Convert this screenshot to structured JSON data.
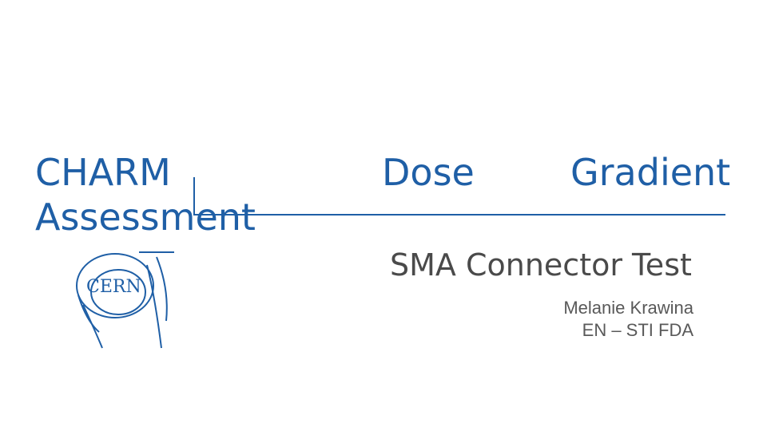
{
  "slide": {
    "title_line_1": "CHARM",
    "title_line_2": "Assessment",
    "title_word_dose": "Dose",
    "title_word_gradient": "Gradient",
    "subtitle": "SMA Connector Test",
    "author_name": "Melanie Krawina",
    "author_affiliation": "EN – STI FDA"
  },
  "logo": {
    "text": "CERN",
    "icon": "cern-logo-icon"
  },
  "colors": {
    "title": "#1f5fa6",
    "subtitle": "#4a4a4a",
    "author": "#595959",
    "logo": "#1f5fa6"
  }
}
